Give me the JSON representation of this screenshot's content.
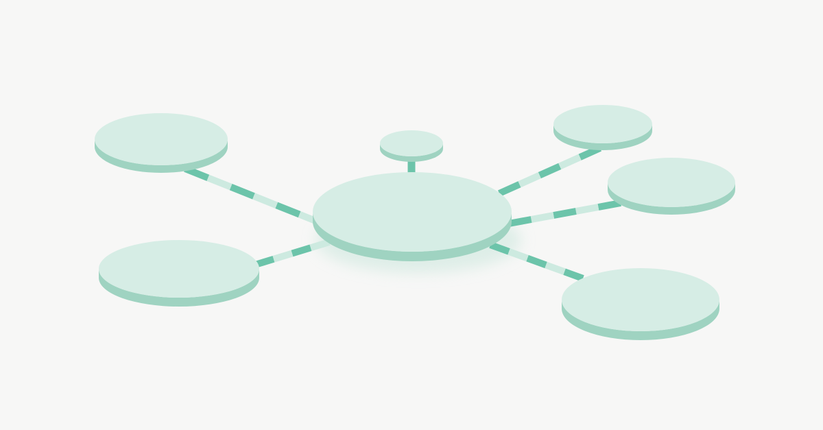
{
  "diagram": {
    "type": "hub-and-spoke",
    "hub": {
      "id": "center",
      "label": ""
    },
    "nodes": [
      {
        "id": "top-small",
        "label": ""
      },
      {
        "id": "upper-left",
        "label": ""
      },
      {
        "id": "lower-left",
        "label": ""
      },
      {
        "id": "upper-right",
        "label": ""
      },
      {
        "id": "middle-right",
        "label": ""
      },
      {
        "id": "lower-right",
        "label": ""
      }
    ],
    "edges": [
      {
        "from": "center",
        "to": "top-small"
      },
      {
        "from": "center",
        "to": "upper-left"
      },
      {
        "from": "center",
        "to": "lower-left"
      },
      {
        "from": "center",
        "to": "upper-right"
      },
      {
        "from": "center",
        "to": "middle-right"
      },
      {
        "from": "center",
        "to": "lower-right"
      }
    ]
  },
  "colors": {
    "background": "#f7f7f6",
    "disc_top": "#d6ede5",
    "disc_side": "#9fd3c1",
    "connector_dark": "#6cc4aa",
    "connector_light": "#cdeae0"
  }
}
